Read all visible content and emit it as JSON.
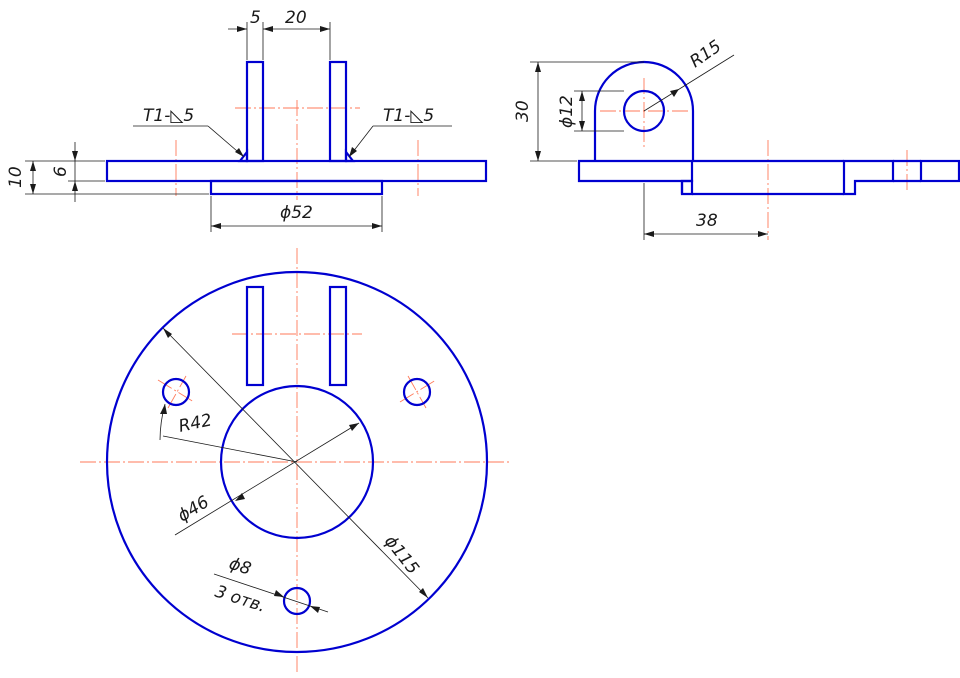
{
  "colors": {
    "part_outline": "#0000d0",
    "center_line": "#ff7a5a",
    "dimension_line": "#1a1a1a",
    "background": "#ffffff"
  },
  "front_view": {
    "dim_rib_thickness": "5",
    "dim_rib_spacing": "20",
    "weld_left": "T1-◺5",
    "weld_right": "T1-◺5",
    "dim_total_height": "10",
    "dim_plate_thickness": "6",
    "dim_boss_diameter": "ϕ52"
  },
  "side_view": {
    "dim_height": "30",
    "dim_hole_diameter": "ϕ12",
    "dim_radius": "R15",
    "dim_offset": "38"
  },
  "top_view": {
    "dim_bolt_circle": "R42",
    "dim_center_hole": "ϕ46",
    "dim_outer_diameter": "ϕ115",
    "dim_small_hole": "ϕ8",
    "note_hole_count": "3 отв."
  }
}
